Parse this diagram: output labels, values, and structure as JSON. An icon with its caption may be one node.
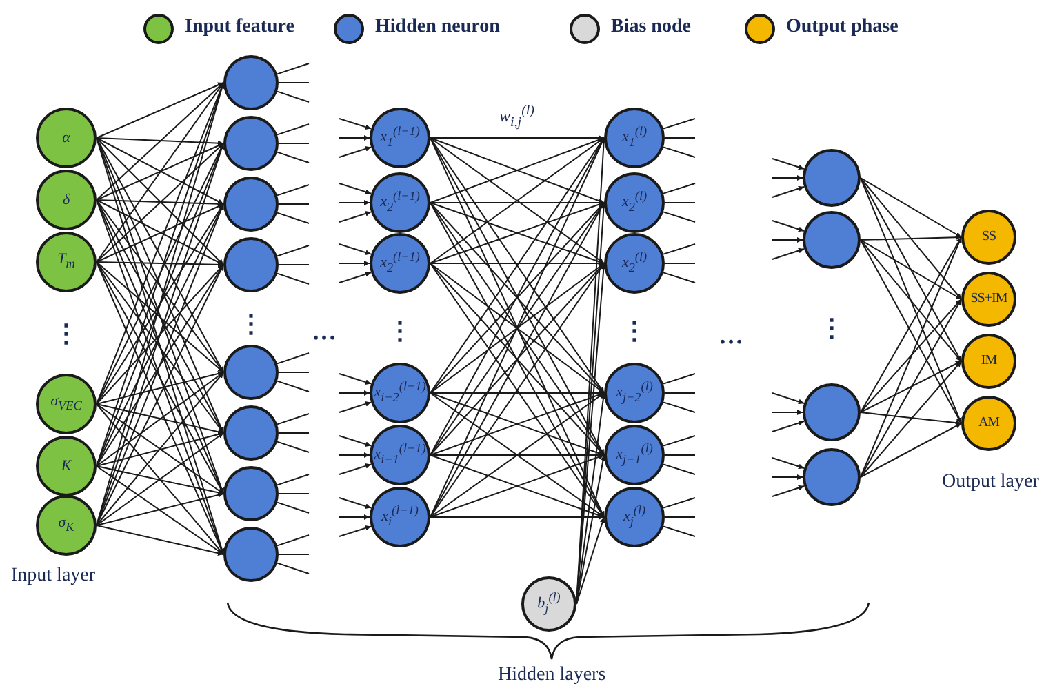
{
  "diagram": {
    "nodes": [
      {
        "text": [
          "α"
        ]
      },
      {
        "text": [
          "δ"
        ]
      },
      {
        "text": [
          "T$_{m}$"
        ]
      },
      {
        "text": [
          "σ$_{VEC}$"
        ]
      },
      {
        "text": [
          "K"
        ]
      },
      {
        "text": [
          "σ$_{K}$"
        ]
      },
      {
        "text": [],
        "shape": "circle"
      },
      {
        "text": [],
        "shape": "circle"
      },
      {
        "text": [],
        "shape": "circle"
      },
      {
        "text": [],
        "shape": "circle"
      },
      {
        "text": [],
        "shape": "circle"
      },
      {
        "text": [],
        "shape": "circle"
      },
      {
        "text": [],
        "shape": "circle"
      },
      {
        "text": [],
        "shape": "circle"
      },
      {
        "text": [
          "x$_{1}$$^{(l−1)}$"
        ]
      },
      {
        "text": [
          "x$_{2}$$^{(l−1)}$"
        ]
      },
      {
        "text": [
          "x$_{2}$$^{(l−1)}$"
        ]
      },
      {
        "text": [
          "x$_{i−2}$$^{(l−1)}$"
        ]
      },
      {
        "text": [
          "x$_{i−1}$$^{(l−1)}$"
        ]
      },
      {
        "text": [
          "x$_{i}$$^{(l−1)}$"
        ]
      },
      {
        "text": [
          "x$_{1}$$^{(l)}$"
        ]
      },
      {
        "text": [
          "x$_{2}$$^{(l)}$"
        ]
      },
      {
        "text": [
          "x$_{2}$$^{(l)}$"
        ]
      },
      {
        "text": [
          "x$_{j−2}$$^{(l)}$"
        ]
      },
      {
        "text": [
          "x$_{j−1}$$^{(l)}$"
        ]
      },
      {
        "text": [
          "x$_{j}$$^{(l)}$"
        ]
      },
      {
        "text": [
          "b$_{j}$$^{(l)}$"
        ]
      },
      {
        "text": [],
        "shape": "circle"
      },
      {
        "text": [],
        "shape": "circle"
      },
      {
        "text": [],
        "shape": "circle"
      },
      {
        "text": [],
        "shape": "circle"
      },
      {
        "text": [
          "SS"
        ]
      },
      {
        "text": [
          "SS+IM"
        ]
      },
      {
        "text": [
          "IM"
        ]
      },
      {
        "text": [
          "AM"
        ]
      }
    ],
    "edges": [
      {
        "from": 0,
        "to": 6,
        "arrow": "to"
      },
      {
        "from": 0,
        "to": 7,
        "arrow": "to"
      },
      {
        "from": 0,
        "to": 8,
        "arrow": "to"
      },
      {
        "from": 0,
        "to": 9,
        "arrow": "to"
      },
      {
        "from": 0,
        "to": 10,
        "arrow": "to"
      },
      {
        "from": 0,
        "to": 11,
        "arrow": "to"
      },
      {
        "from": 0,
        "to": 12,
        "arrow": "to"
      },
      {
        "from": 0,
        "to": 13,
        "arrow": "to"
      },
      {
        "from": 1,
        "to": 6,
        "arrow": "to"
      },
      {
        "from": 1,
        "to": 7,
        "arrow": "to"
      },
      {
        "from": 1,
        "to": 8,
        "arrow": "to"
      },
      {
        "from": 1,
        "to": 9,
        "arrow": "to"
      },
      {
        "from": 1,
        "to": 10,
        "arrow": "to"
      },
      {
        "from": 1,
        "to": 11,
        "arrow": "to"
      },
      {
        "from": 1,
        "to": 12,
        "arrow": "to"
      },
      {
        "from": 1,
        "to": 13,
        "arrow": "to"
      },
      {
        "from": 2,
        "to": 6,
        "arrow": "to"
      },
      {
        "from": 2,
        "to": 7,
        "arrow": "to"
      },
      {
        "from": 2,
        "to": 8,
        "arrow": "to"
      },
      {
        "from": 2,
        "to": 9,
        "arrow": "to"
      },
      {
        "from": 2,
        "to": 10,
        "arrow": "to"
      },
      {
        "from": 2,
        "to": 11,
        "arrow": "to"
      },
      {
        "from": 2,
        "to": 12,
        "arrow": "to"
      },
      {
        "from": 2,
        "to": 13,
        "arrow": "to"
      },
      {
        "from": 3,
        "to": 6,
        "arrow": "to"
      },
      {
        "from": 3,
        "to": 7,
        "arrow": "to"
      },
      {
        "from": 3,
        "to": 8,
        "arrow": "to"
      },
      {
        "from": 3,
        "to": 9,
        "arrow": "to"
      },
      {
        "from": 3,
        "to": 10,
        "arrow": "to"
      },
      {
        "from": 3,
        "to": 11,
        "arrow": "to"
      },
      {
        "from": 3,
        "to": 12,
        "arrow": "to"
      },
      {
        "from": 3,
        "to": 13,
        "arrow": "to"
      },
      {
        "from": 4,
        "to": 6,
        "arrow": "to"
      },
      {
        "from": 4,
        "to": 7,
        "arrow": "to"
      },
      {
        "from": 4,
        "to": 8,
        "arrow": "to"
      },
      {
        "from": 4,
        "to": 9,
        "arrow": "to"
      },
      {
        "from": 4,
        "to": 10,
        "arrow": "to"
      },
      {
        "from": 4,
        "to": 11,
        "arrow": "to"
      },
      {
        "from": 4,
        "to": 12,
        "arrow": "to"
      },
      {
        "from": 4,
        "to": 13,
        "arrow": "to"
      },
      {
        "from": 5,
        "to": 6,
        "arrow": "to"
      },
      {
        "from": 5,
        "to": 7,
        "arrow": "to"
      },
      {
        "from": 5,
        "to": 8,
        "arrow": "to"
      },
      {
        "from": 5,
        "to": 9,
        "arrow": "to"
      },
      {
        "from": 5,
        "to": 10,
        "arrow": "to"
      },
      {
        "from": 5,
        "to": 11,
        "arrow": "to"
      },
      {
        "from": 5,
        "to": 12,
        "arrow": "to"
      },
      {
        "from": 5,
        "to": 13,
        "arrow": "to"
      },
      {
        "from": 6,
        "to": null,
        "arrow": "none"
      },
      {
        "from": 6,
        "to": null,
        "arrow": "none"
      },
      {
        "from": 6,
        "to": null,
        "arrow": "none"
      },
      {
        "from": 7,
        "to": null,
        "arrow": "none"
      },
      {
        "from": 7,
        "to": null,
        "arrow": "none"
      },
      {
        "from": 7,
        "to": null,
        "arrow": "none"
      },
      {
        "from": 8,
        "to": null,
        "arrow": "none"
      },
      {
        "from": 8,
        "to": null,
        "arrow": "none"
      },
      {
        "from": 8,
        "to": null,
        "arrow": "none"
      },
      {
        "from": 9,
        "to": null,
        "arrow": "none"
      },
      {
        "from": 9,
        "to": null,
        "arrow": "none"
      },
      {
        "from": 9,
        "to": null,
        "arrow": "none"
      },
      {
        "from": 10,
        "to": null,
        "arrow": "none"
      },
      {
        "from": 10,
        "to": null,
        "arrow": "none"
      },
      {
        "from": 10,
        "to": null,
        "arrow": "none"
      },
      {
        "from": 11,
        "to": null,
        "arrow": "none"
      },
      {
        "from": 11,
        "to": null,
        "arrow": "none"
      },
      {
        "from": 11,
        "to": null,
        "arrow": "none"
      },
      {
        "from": 12,
        "to": null,
        "arrow": "none"
      },
      {
        "from": 12,
        "to": null,
        "arrow": "none"
      },
      {
        "from": 12,
        "to": null,
        "arrow": "none"
      },
      {
        "from": 13,
        "to": null,
        "arrow": "none"
      },
      {
        "from": 13,
        "to": null,
        "arrow": "none"
      },
      {
        "from": 13,
        "to": null,
        "arrow": "none"
      },
      {
        "from": null,
        "to": 14,
        "arrow": "to"
      },
      {
        "from": null,
        "to": 14,
        "arrow": "to"
      },
      {
        "from": null,
        "to": 14,
        "arrow": "to"
      },
      {
        "from": null,
        "to": 15,
        "arrow": "to"
      },
      {
        "from": null,
        "to": 15,
        "arrow": "to"
      },
      {
        "from": null,
        "to": 15,
        "arrow": "to"
      },
      {
        "from": null,
        "to": 16,
        "arrow": "to"
      },
      {
        "from": null,
        "to": 16,
        "arrow": "to"
      },
      {
        "from": null,
        "to": 16,
        "arrow": "to"
      },
      {
        "from": null,
        "to": 17,
        "arrow": "to"
      },
      {
        "from": null,
        "to": 17,
        "arrow": "to"
      },
      {
        "from": null,
        "to": 17,
        "arrow": "to"
      },
      {
        "from": null,
        "to": 18,
        "arrow": "to"
      },
      {
        "from": null,
        "to": 18,
        "arrow": "to"
      },
      {
        "from": null,
        "to": 18,
        "arrow": "to"
      },
      {
        "from": null,
        "to": 19,
        "arrow": "to"
      },
      {
        "from": null,
        "to": 19,
        "arrow": "to"
      },
      {
        "from": null,
        "to": 19,
        "arrow": "to"
      },
      {
        "from": 14,
        "to": 20,
        "arrow": "to",
        "label": "w$_{i,j}$$^{(l)}$"
      },
      {
        "from": 14,
        "to": 21,
        "arrow": "to"
      },
      {
        "from": 14,
        "to": 22,
        "arrow": "to"
      },
      {
        "from": 14,
        "to": 23,
        "arrow": "to"
      },
      {
        "from": 14,
        "to": 24,
        "arrow": "to"
      },
      {
        "from": 14,
        "to": 25,
        "arrow": "to"
      },
      {
        "from": 15,
        "to": 20,
        "arrow": "to"
      },
      {
        "from": 15,
        "to": 21,
        "arrow": "to"
      },
      {
        "from": 15,
        "to": 22,
        "arrow": "to"
      },
      {
        "from": 15,
        "to": 23,
        "arrow": "to"
      },
      {
        "from": 15,
        "to": 24,
        "arrow": "to"
      },
      {
        "from": 15,
        "to": 25,
        "arrow": "to"
      },
      {
        "from": 16,
        "to": 20,
        "arrow": "to"
      },
      {
        "from": 16,
        "to": 21,
        "arrow": "to"
      },
      {
        "from": 16,
        "to": 22,
        "arrow": "to"
      },
      {
        "from": 16,
        "to": 23,
        "arrow": "to"
      },
      {
        "from": 16,
        "to": 24,
        "arrow": "to"
      },
      {
        "from": 16,
        "to": 25,
        "arrow": "to"
      },
      {
        "from": 17,
        "to": 20,
        "arrow": "to"
      },
      {
        "from": 17,
        "to": 21,
        "arrow": "to"
      },
      {
        "from": 17,
        "to": 22,
        "arrow": "to"
      },
      {
        "from": 17,
        "to": 23,
        "arrow": "to"
      },
      {
        "from": 17,
        "to": 24,
        "arrow": "to"
      },
      {
        "from": 17,
        "to": 25,
        "arrow": "to"
      },
      {
        "from": 18,
        "to": 20,
        "arrow": "to"
      },
      {
        "from": 18,
        "to": 21,
        "arrow": "to"
      },
      {
        "from": 18,
        "to": 22,
        "arrow": "to"
      },
      {
        "from": 18,
        "to": 23,
        "arrow": "to"
      },
      {
        "from": 18,
        "to": 24,
        "arrow": "to"
      },
      {
        "from": 18,
        "to": 25,
        "arrow": "to"
      },
      {
        "from": 19,
        "to": 20,
        "arrow": "to"
      },
      {
        "from": 19,
        "to": 21,
        "arrow": "to"
      },
      {
        "from": 19,
        "to": 22,
        "arrow": "to"
      },
      {
        "from": 19,
        "to": 23,
        "arrow": "to"
      },
      {
        "from": 19,
        "to": 24,
        "arrow": "to"
      },
      {
        "from": 19,
        "to": 25,
        "arrow": "to"
      },
      {
        "from": 26,
        "to": 20,
        "arrow": "to"
      },
      {
        "from": 26,
        "to": 21,
        "arrow": "to"
      },
      {
        "from": 26,
        "to": 22,
        "arrow": "to"
      },
      {
        "from": 26,
        "to": 23,
        "arrow": "to"
      },
      {
        "from": 26,
        "to": 24,
        "arrow": "to"
      },
      {
        "from": 26,
        "to": 25,
        "arrow": "to"
      },
      {
        "from": 20,
        "to": null,
        "arrow": "none"
      },
      {
        "from": 20,
        "to": null,
        "arrow": "none"
      },
      {
        "from": 20,
        "to": null,
        "arrow": "none"
      },
      {
        "from": 21,
        "to": null,
        "arrow": "none"
      },
      {
        "from": 21,
        "to": null,
        "arrow": "none"
      },
      {
        "from": 21,
        "to": null,
        "arrow": "none"
      },
      {
        "from": 22,
        "to": null,
        "arrow": "none"
      },
      {
        "from": 22,
        "to": null,
        "arrow": "none"
      },
      {
        "from": 22,
        "to": null,
        "arrow": "none"
      },
      {
        "from": 23,
        "to": null,
        "arrow": "none"
      },
      {
        "from": 23,
        "to": null,
        "arrow": "none"
      },
      {
        "from": 23,
        "to": null,
        "arrow": "none"
      },
      {
        "from": 24,
        "to": null,
        "arrow": "none"
      },
      {
        "from": 24,
        "to": null,
        "arrow": "none"
      },
      {
        "from": 24,
        "to": null,
        "arrow": "none"
      },
      {
        "from": 25,
        "to": null,
        "arrow": "none"
      },
      {
        "from": 25,
        "to": null,
        "arrow": "none"
      },
      {
        "from": 25,
        "to": null,
        "arrow": "none"
      },
      {
        "from": null,
        "to": 27,
        "arrow": "to"
      },
      {
        "from": null,
        "to": 27,
        "arrow": "to"
      },
      {
        "from": null,
        "to": 27,
        "arrow": "to"
      },
      {
        "from": null,
        "to": 28,
        "arrow": "to"
      },
      {
        "from": null,
        "to": 28,
        "arrow": "to"
      },
      {
        "from": null,
        "to": 28,
        "arrow": "to"
      },
      {
        "from": null,
        "to": 29,
        "arrow": "to"
      },
      {
        "from": null,
        "to": 29,
        "arrow": "to"
      },
      {
        "from": null,
        "to": 29,
        "arrow": "to"
      },
      {
        "from": null,
        "to": 30,
        "arrow": "to"
      },
      {
        "from": null,
        "to": 30,
        "arrow": "to"
      },
      {
        "from": null,
        "to": 30,
        "arrow": "to"
      },
      {
        "from": 27,
        "to": 31,
        "arrow": "to"
      },
      {
        "from": 27,
        "to": 32,
        "arrow": "to"
      },
      {
        "from": 27,
        "to": 33,
        "arrow": "to"
      },
      {
        "from": 27,
        "to": 34,
        "arrow": "to"
      },
      {
        "from": 28,
        "to": 31,
        "arrow": "to"
      },
      {
        "from": 28,
        "to": 32,
        "arrow": "to"
      },
      {
        "from": 28,
        "to": 33,
        "arrow": "to"
      },
      {
        "from": 28,
        "to": 34,
        "arrow": "to"
      },
      {
        "from": 29,
        "to": 31,
        "arrow": "to"
      },
      {
        "from": 29,
        "to": 32,
        "arrow": "to"
      },
      {
        "from": 29,
        "to": 33,
        "arrow": "to"
      },
      {
        "from": 29,
        "to": 34,
        "arrow": "to"
      },
      {
        "from": 30,
        "to": 31,
        "arrow": "to"
      },
      {
        "from": 30,
        "to": 32,
        "arrow": "to"
      },
      {
        "from": 30,
        "to": 33,
        "arrow": "to"
      },
      {
        "from": 30,
        "to": 34,
        "arrow": "to"
      }
    ],
    "labels": [
      "⋮",
      "⋮",
      "…",
      "⋮",
      "⋮",
      "…",
      "⋮",
      "Input layer",
      "Output layer",
      "Hidden layers"
    ],
    "legend": [
      {
        "text": "Input feature",
        "color": "#7dc242"
      },
      {
        "text": "Hidden neuron",
        "color": "#4f7fd4"
      },
      {
        "text": "Bias node",
        "color": "#d9d9d9"
      },
      {
        "text": "Output phase",
        "color": "#f5b800"
      }
    ]
  }
}
